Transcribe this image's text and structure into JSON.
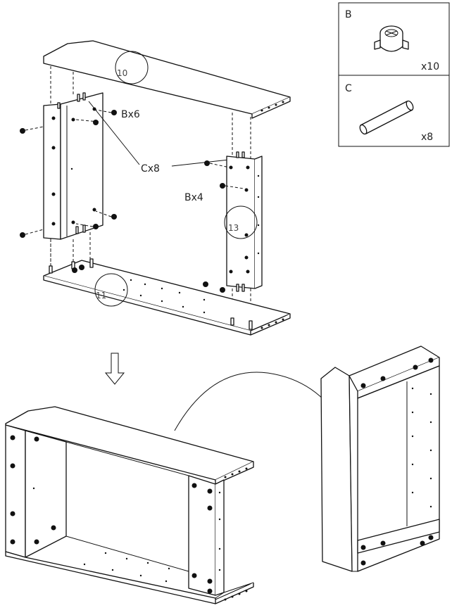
{
  "parts_box": [
    {
      "letter": "B",
      "qty": "x10",
      "icon": "cam-lock-icon"
    },
    {
      "letter": "C",
      "qty": "x8",
      "icon": "wooden-dowel-icon"
    }
  ],
  "callouts": {
    "bx6": "Bx6",
    "cx8": "Cx8",
    "bx4": "Bx4"
  },
  "part_numbers": {
    "top_panel": "10",
    "side_panel": "13",
    "bottom_panel": "11"
  }
}
